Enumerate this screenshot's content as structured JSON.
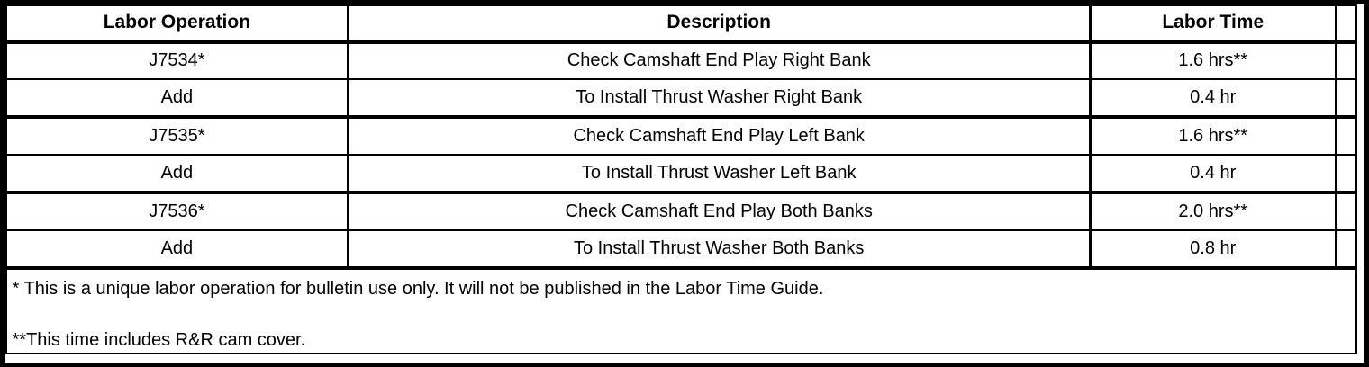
{
  "table": {
    "headers": [
      {
        "label": "Labor Operation"
      },
      {
        "label": "Description"
      },
      {
        "label": "Labor Time"
      }
    ],
    "rows": [
      {
        "operation": "J7534*",
        "description": "Check Camshaft End Play Right Bank",
        "time": "1.6 hrs**"
      },
      {
        "operation": "Add",
        "description": "To Install Thrust Washer Right Bank",
        "time": "0.4 hr"
      },
      {
        "operation": "J7535*",
        "description": "Check Camshaft End Play Left Bank",
        "time": "1.6 hrs**"
      },
      {
        "operation": "Add",
        "description": "To Install Thrust Washer Left Bank",
        "time": "0.4 hr"
      },
      {
        "operation": "J7536*",
        "description": "Check Camshaft End Play Both Banks",
        "time": "2.0 hrs**"
      },
      {
        "operation": "Add",
        "description": "To Install Thrust Washer Both Banks",
        "time": "0.8 hr"
      }
    ],
    "footnotes": [
      "* This is a unique labor operation for bulletin use only. It will not be published in the Labor Time Guide.",
      "**This time includes R&R cam cover."
    ]
  },
  "colors": {
    "border": "#000000",
    "background": "#ffffff",
    "text": "#000000"
  }
}
